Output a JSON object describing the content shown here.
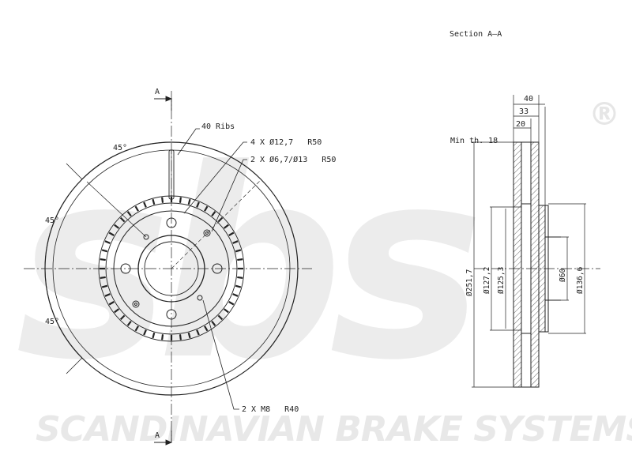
{
  "watermark": {
    "logo_text": "sbs",
    "registered": "®",
    "company": "SCANDINAVIAN BRAKE SYSTEMS"
  },
  "section": {
    "title": "Section A–A",
    "marker_top": "A",
    "marker_bottom": "A"
  },
  "front_view": {
    "angle_top": "45°",
    "angle_mid": "45°",
    "angle_low": "45°",
    "callouts": {
      "ribs": "40 Ribs",
      "wheel_holes": "4 X Ø12,7   R50",
      "pin_holes": "2 X Ø6,7/Ø13   R50",
      "threads": "2 X M8   R40"
    }
  },
  "section_view": {
    "min_thickness": "Min th. 18",
    "dims_horizontal": [
      "40",
      "33",
      "20"
    ],
    "dims_vertical": [
      "Ø251,7",
      "Ø127,2",
      "Ø125,3",
      "Ø60",
      "Ø136,6"
    ]
  }
}
